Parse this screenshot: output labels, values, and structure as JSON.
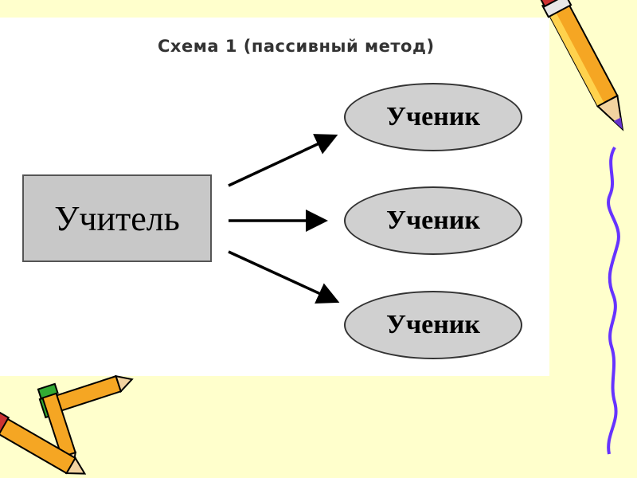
{
  "slide": {
    "title": "Схема 1 (пассивный метод)",
    "teacher": "Учитель",
    "students": [
      "Ученик",
      "Ученик",
      "Ученик"
    ]
  },
  "colors": {
    "slide_background": "#FFFFCC",
    "panel_background": "#FFFFFF",
    "box_fill": "#C8C8C8",
    "ellipse_fill": "#D0D0D0",
    "wave_line": "#6633FF"
  },
  "icons": [
    "pencil-icon",
    "crayons-icon",
    "wavy-line-decoration"
  ]
}
